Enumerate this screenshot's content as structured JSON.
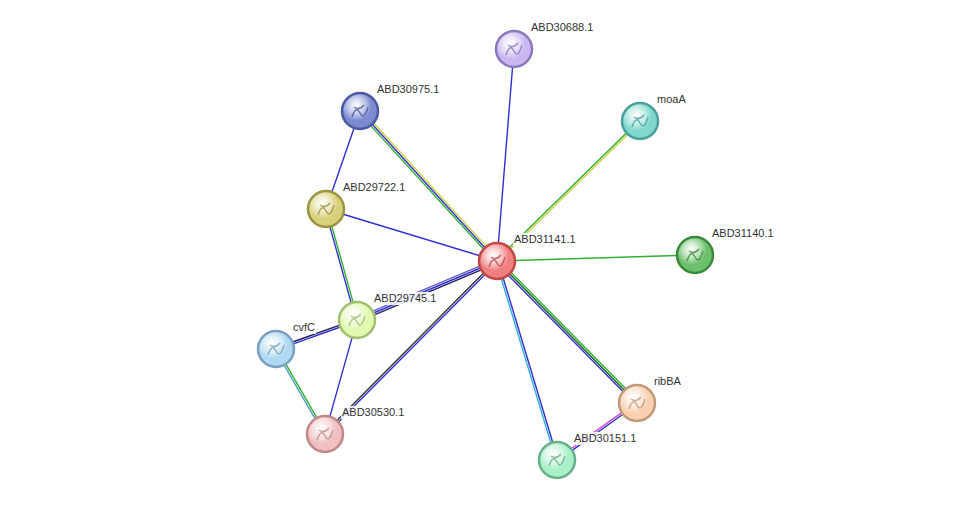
{
  "diagram": {
    "nodes": [
      {
        "text": [
          "ABD30688.1"
        ]
      },
      {
        "text": [
          "ABD30975.1"
        ]
      },
      {
        "text": [
          "moaA"
        ]
      },
      {
        "text": [
          "ABD29722.1"
        ]
      },
      {
        "text": [
          "ABD31141.1"
        ]
      },
      {
        "text": [
          "ABD31140.1"
        ]
      },
      {
        "text": [
          "ABD29745.1"
        ]
      },
      {
        "text": [
          "cvfC"
        ]
      },
      {
        "text": [
          "ribBA"
        ]
      },
      {
        "text": [
          "ABD30530.1"
        ]
      },
      {
        "text": [
          "ABD30151.1"
        ]
      }
    ],
    "edges": [
      {
        "from": 4,
        "to": 0,
        "arrow": "none"
      },
      {
        "from": 4,
        "to": 1,
        "arrow": "none"
      },
      {
        "from": 4,
        "to": 2,
        "arrow": "none"
      },
      {
        "from": 4,
        "to": 3,
        "arrow": "none"
      },
      {
        "from": 4,
        "to": 5,
        "arrow": "none"
      },
      {
        "from": 4,
        "to": 6,
        "arrow": "none"
      },
      {
        "from": 4,
        "to": 9,
        "arrow": "none"
      },
      {
        "from": 4,
        "to": 8,
        "arrow": "none"
      },
      {
        "from": 4,
        "to": 10,
        "arrow": "none"
      },
      {
        "from": 1,
        "to": 3,
        "arrow": "none"
      },
      {
        "from": 3,
        "to": 6,
        "arrow": "none"
      },
      {
        "from": 6,
        "to": 7,
        "arrow": "none"
      },
      {
        "from": 6,
        "to": 9,
        "arrow": "none"
      },
      {
        "from": 7,
        "to": 9,
        "arrow": "none"
      },
      {
        "from": 10,
        "to": 8,
        "arrow": "none"
      }
    ]
  }
}
